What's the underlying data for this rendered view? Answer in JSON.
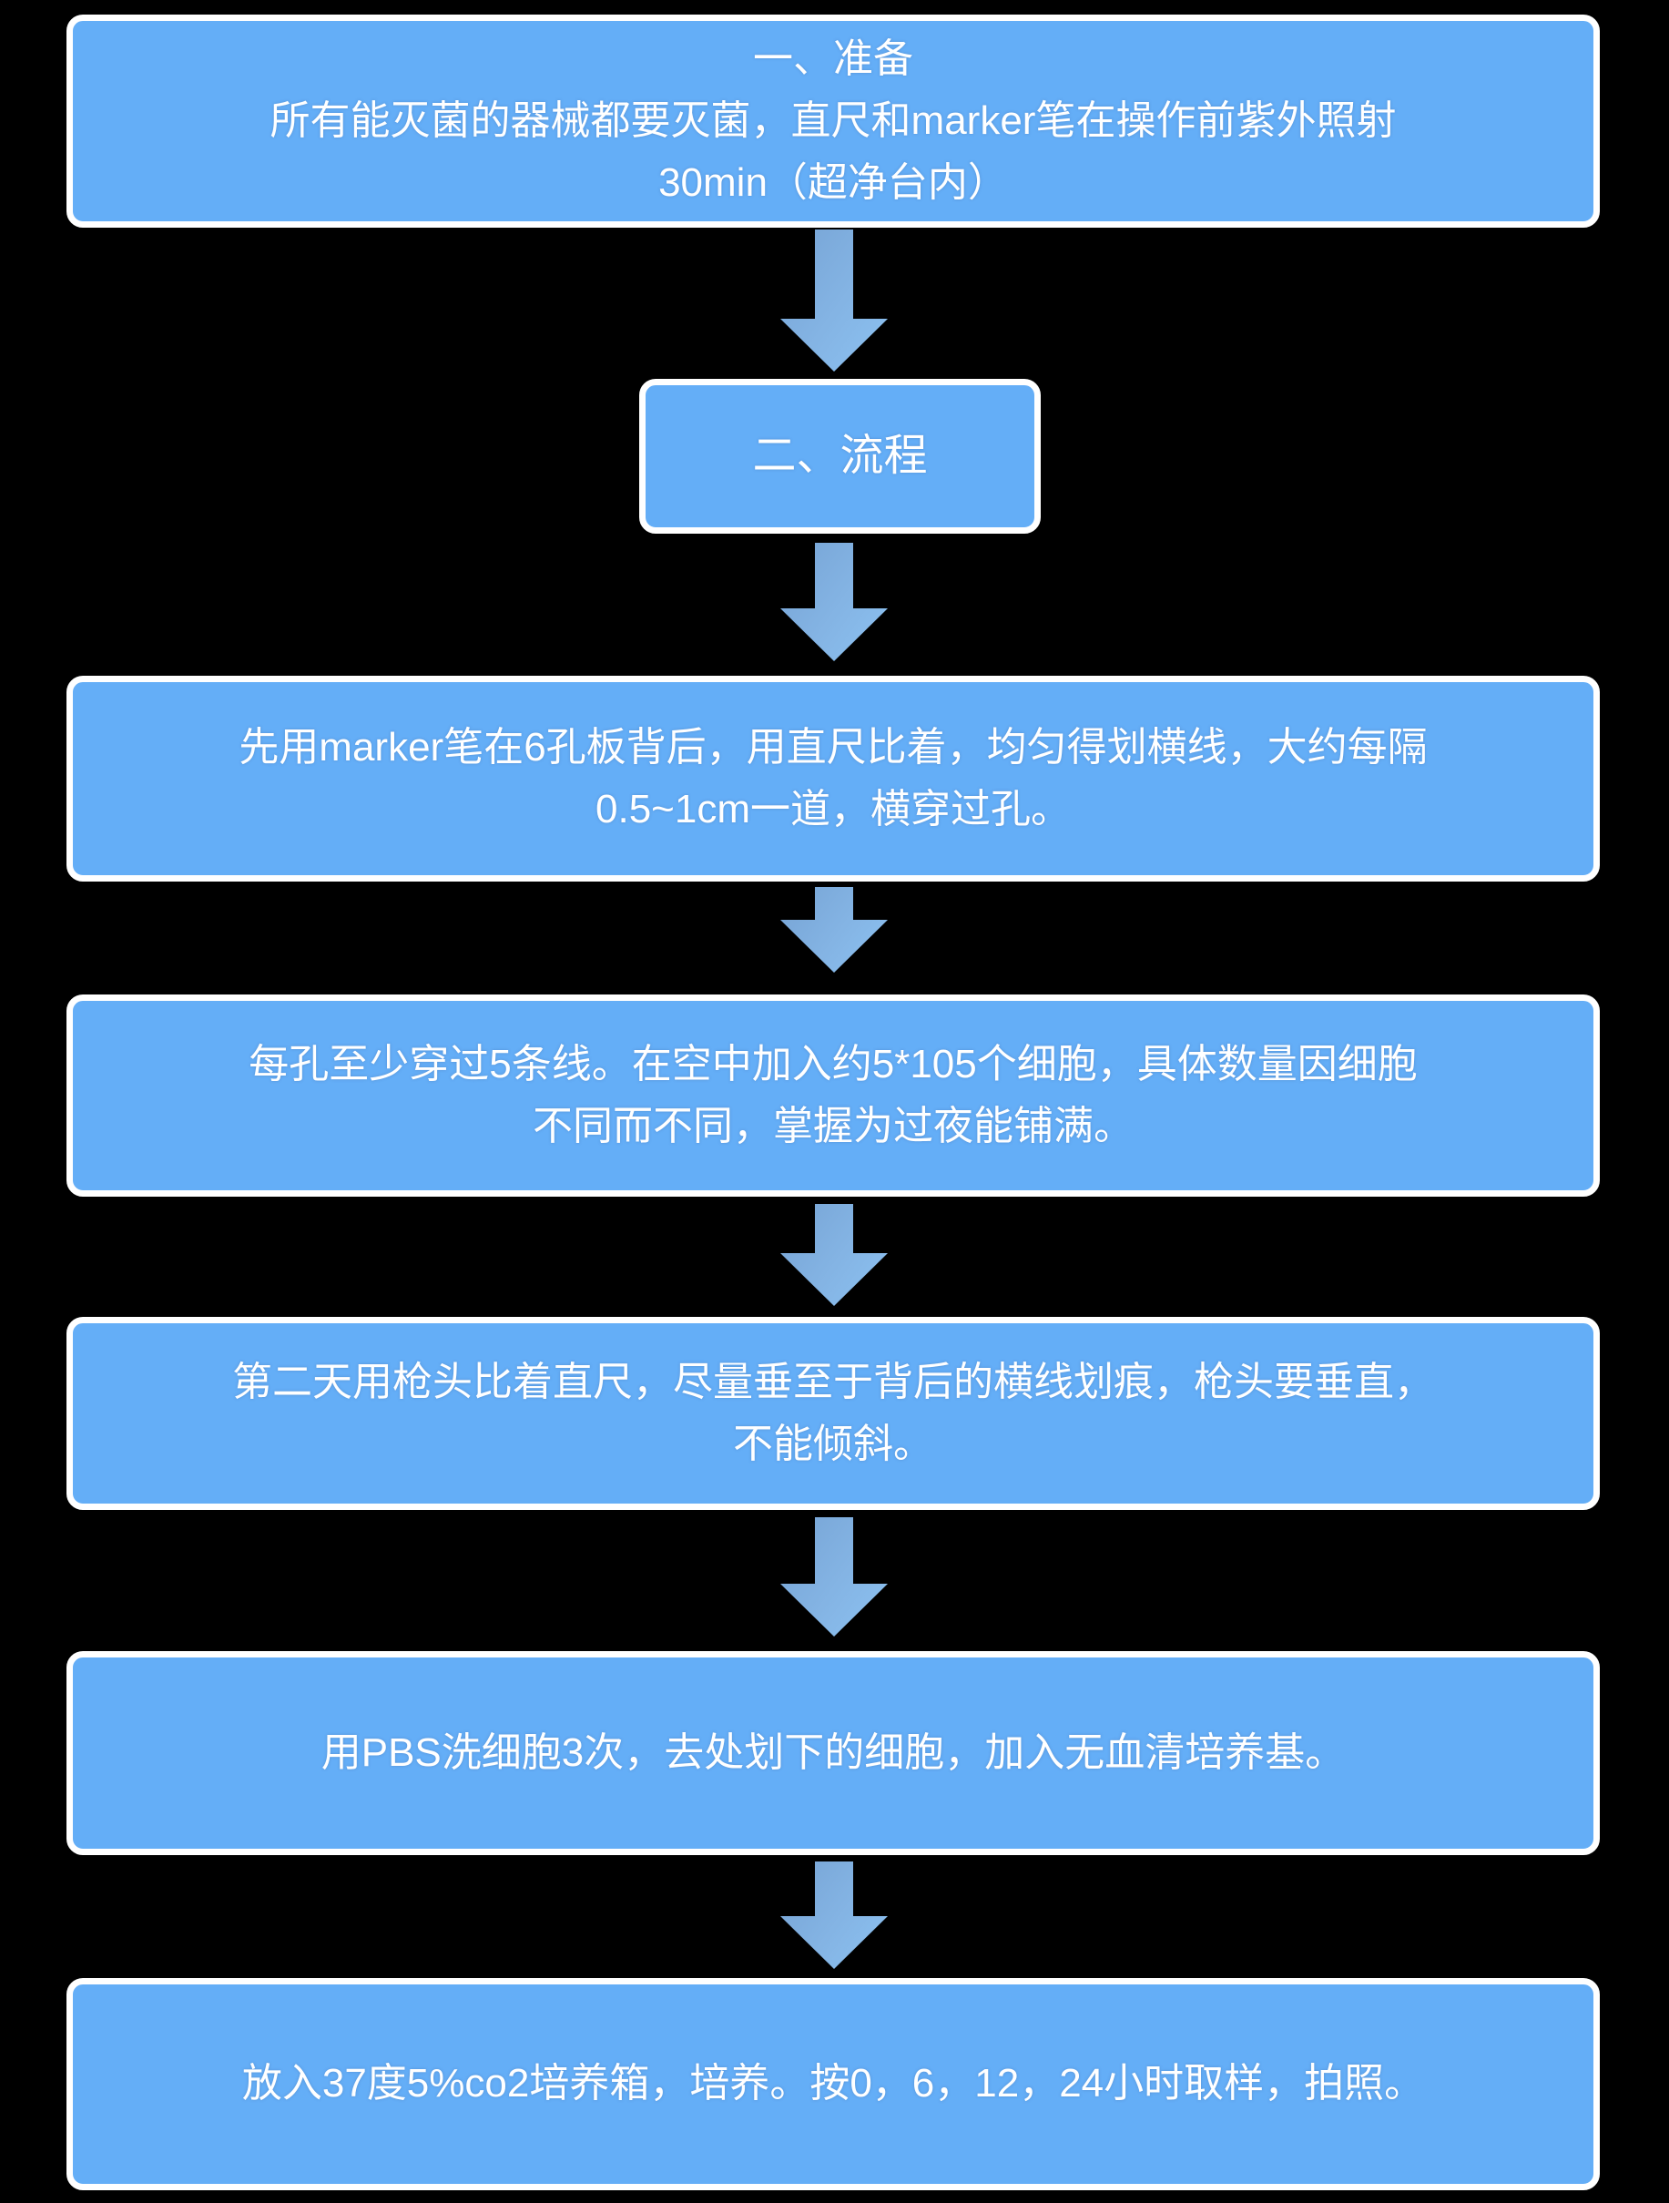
{
  "flowchart": {
    "colors": {
      "background": "#000000",
      "box_fill": "#64AEF7",
      "box_border": "#FFFFFF",
      "text": "#FFFFFF",
      "arrow_gradient_start": "#76A3D4",
      "arrow_gradient_end": "#8CC2F2"
    },
    "connector_icon": "down-arrow",
    "boxes": [
      {
        "id": "section-prepare",
        "text": "一、准备\n所有能灭菌的器械都要灭菌，直尺和marker笔在操作前紫外照射\n30min（超净台内）"
      },
      {
        "id": "section-process",
        "text": "二、流程"
      },
      {
        "id": "step-draw-lines",
        "text": "先用marker笔在6孔板背后，用直尺比着，均匀得划横线，大约每隔\n0.5~1cm一道，横穿过孔。"
      },
      {
        "id": "step-seed-cells",
        "text": "每孔至少穿过5条线。在空中加入约5*105个细胞，具体数量因细胞\n不同而不同，掌握为过夜能铺满。"
      },
      {
        "id": "step-scratch",
        "text": "第二天用枪头比着直尺，尽量垂至于背后的横线划痕，枪头要垂直，\n不能倾斜。"
      },
      {
        "id": "step-wash",
        "text": "用PBS洗细胞3次，去处划下的细胞，加入无血清培养基。"
      },
      {
        "id": "step-incubate",
        "text": "放入37度5%co2培养箱，培养。按0，6，12，24小时取样，拍照。"
      }
    ]
  }
}
